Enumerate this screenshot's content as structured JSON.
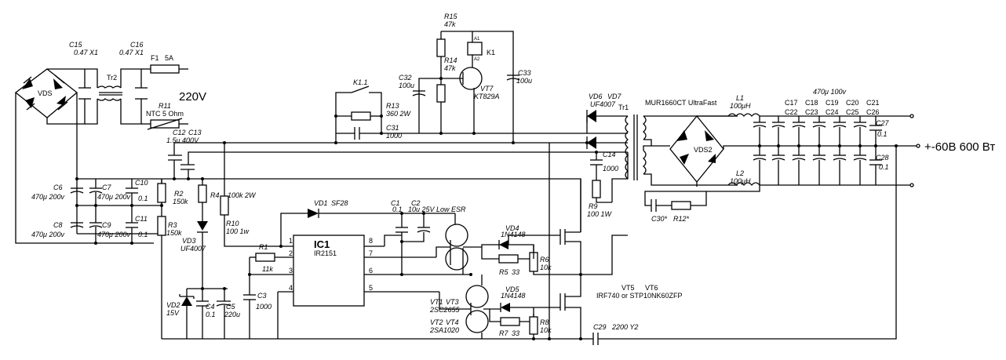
{
  "labels": {
    "c15": "C15",
    "c15v": "0.47 X1",
    "c16": "C16",
    "c16v": "0.47 X1",
    "f1": "F1",
    "f1v": "5A",
    "tr2": "Tr2",
    "vds": "VDS",
    "mains": "220V",
    "r11": "R11",
    "r11v": "NTC 5 Ohm",
    "c12": "C12",
    "c12v": "1.5u 400V",
    "c13": "C13",
    "c6": "C6",
    "c6v": "470μ 200v",
    "c7": "C7",
    "c7v": "470μ 200v",
    "c8": "C8",
    "c8v": "470μ 200v",
    "c9": "C9",
    "c9v": "470μ 200v",
    "c10": "C10",
    "c10v": "0.1",
    "c11": "C11",
    "c11v": "0.1",
    "r2": "R2",
    "r2v": "150k",
    "r3": "R3",
    "r3v": "150k",
    "r4": "R4",
    "r4v": "100k 2W",
    "vd3": "VD3",
    "vd3v": "UF4007",
    "vd2": "VD2",
    "vd2v": "15V",
    "c4": "C4",
    "c4v": "0.1",
    "c5": "C5",
    "c5v": "220u",
    "r10": "R10",
    "r10v": "100 1w",
    "r1": "R1",
    "r1v": "11k",
    "c3": "C3",
    "c3v": "1000",
    "ic1": "IC1",
    "ic1v": "IR2151",
    "p1": "1",
    "p2": "2",
    "p3": "3",
    "p4": "4",
    "p5": "5",
    "p6": "6",
    "p7": "7",
    "p8": "8",
    "vd1": "VD1",
    "vd1v": "SF28",
    "c1": "C1",
    "c1v": "0.1",
    "c2": "C2",
    "c2v": "10u 25V Low ESR",
    "k11": "K1.1",
    "r13": "R13",
    "r13v": "360 2W",
    "c31": "C31",
    "c31v": "1000",
    "r15": "R15",
    "r15v": "47k",
    "r14": "R14",
    "r14v": "47k",
    "k1": "K1",
    "a1": "A1",
    "a2": "A2",
    "c32": "C32",
    "c32v": "100u",
    "vt7": "VT7",
    "vt7v": "KT829A",
    "c33": "C33",
    "c33v": "100u",
    "vd4": "VD4",
    "vd4v": "1N4148",
    "vd5": "VD5",
    "vd5v": "1N4148",
    "r5": "R5",
    "r5v": "33",
    "r6": "R6",
    "r6v": "10k",
    "r7": "R7",
    "r7v": "33",
    "r8": "R8",
    "r8v": "10k",
    "vt1": "VT1",
    "vt3": "VT3",
    "vt13v": "2SC2655",
    "vt2": "VT2",
    "vt4": "VT4",
    "vt24v": "2SA1020",
    "vt5": "VT5",
    "vt6": "VT6",
    "vt56v": "IRF740 or STP10NK60ZFP",
    "c29": "C29",
    "c29v": "2200 Y2",
    "vd6": "VD6",
    "vd7": "VD7",
    "vd67v": "UF4007",
    "c14": "C14",
    "c14v": "1000",
    "r9": "R9",
    "r9v": "100 1W",
    "tr1": "Tr1",
    "mur": "MUR1660CT UltraFast",
    "vds2": "VDS2",
    "l1": "L1",
    "l1v": "100μH",
    "l2": "L2",
    "l2v": "100μH",
    "c30": "C30*",
    "r12": "R12*",
    "c17": "C17",
    "c18": "C18",
    "c19": "C19",
    "c20": "C20",
    "c21": "C21",
    "c22": "C22",
    "c23": "C23",
    "c24": "C24",
    "c25": "C25",
    "c26": "C26",
    "cbank": "470μ 100v",
    "c27": "C27",
    "c27v": "0.1",
    "c28": "C28",
    "c28v": "0.1",
    "output": "+-60B 600 Вт"
  }
}
